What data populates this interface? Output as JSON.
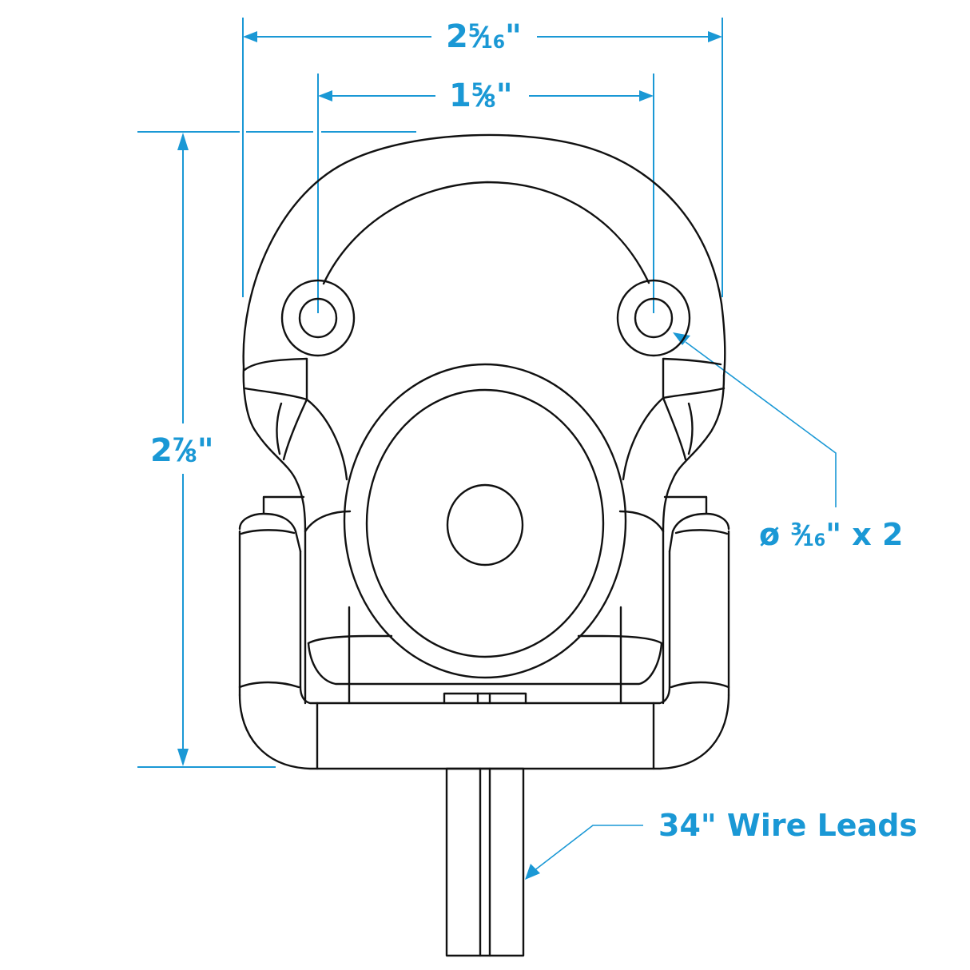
{
  "diagram": {
    "type": "dimensioned technical drawing",
    "subject": "front view of mounted component with two mounting holes and wire leads",
    "colors": {
      "dimension": "#1a98d5",
      "outline": "#111111",
      "background": "#ffffff"
    },
    "dimensions": {
      "overall_width": {
        "whole": "2",
        "numerator": "5",
        "denominator": "16",
        "unit": "\"",
        "text": "2 5/16\""
      },
      "hole_spacing": {
        "whole": "1",
        "numerator": "5",
        "denominator": "8",
        "unit": "\"",
        "text": "1 5/8\""
      },
      "overall_height": {
        "whole": "2",
        "numerator": "7",
        "denominator": "8",
        "unit": "\"",
        "text": "2 7/8\""
      },
      "hole_diameter": {
        "symbol": "ø",
        "numerator": "3",
        "denominator": "16",
        "unit": "\"",
        "qty": "x 2",
        "text": "ø 3/16\" x 2"
      }
    },
    "callouts": {
      "wire_leads": {
        "text": "34\" Wire Leads"
      }
    }
  }
}
